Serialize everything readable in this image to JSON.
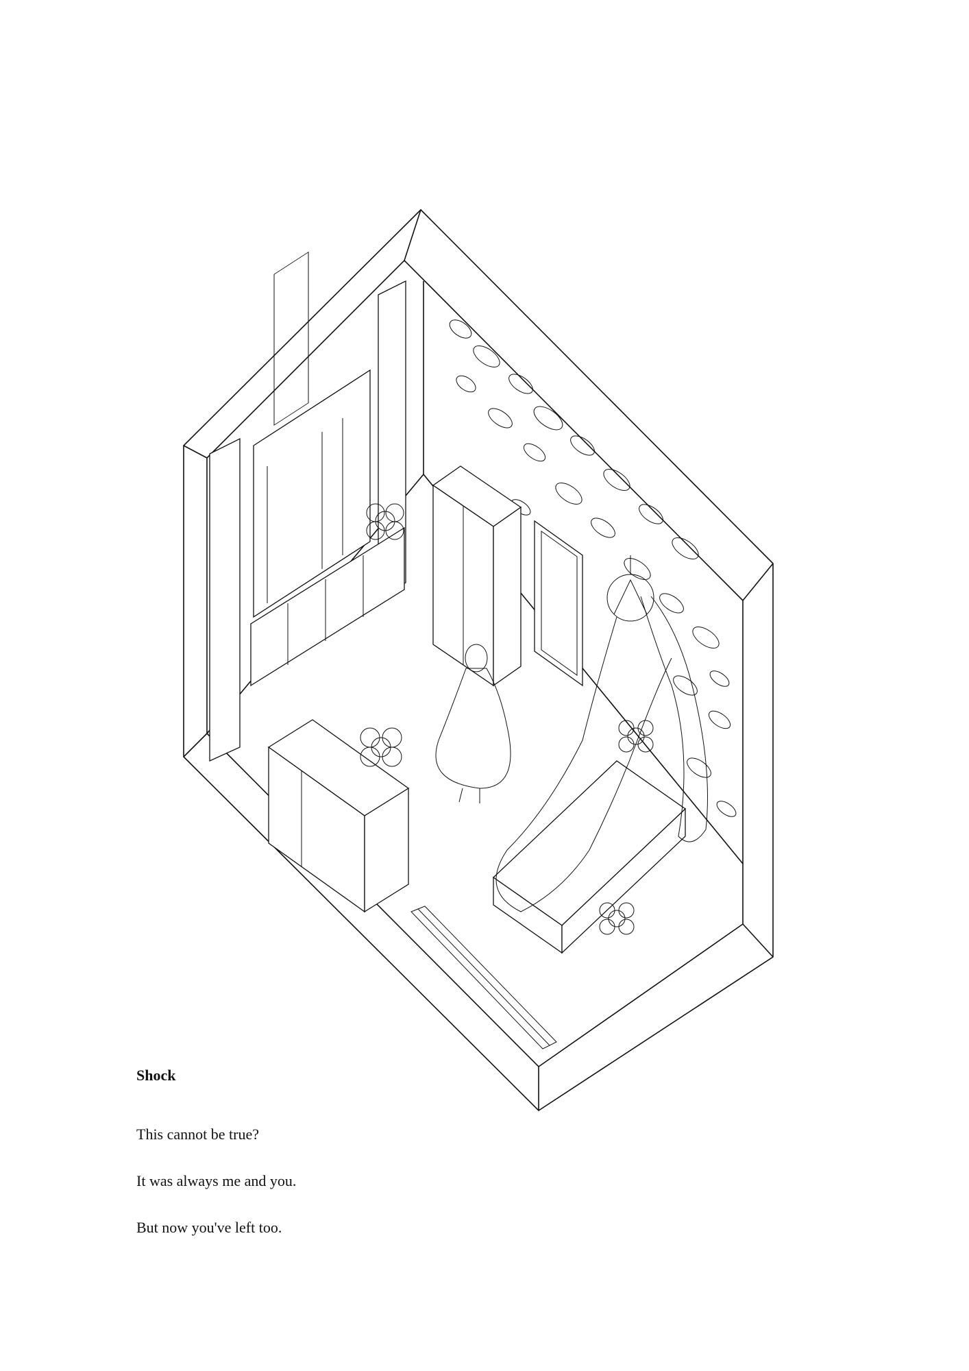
{
  "poem": {
    "title": "Shock",
    "lines": [
      "This cannot be true?",
      "It was always me and you.",
      "But now you've left too."
    ]
  },
  "illustration": {
    "style": "isometric line drawing",
    "stroke_color": "#111111",
    "background_color": "#ffffff"
  }
}
